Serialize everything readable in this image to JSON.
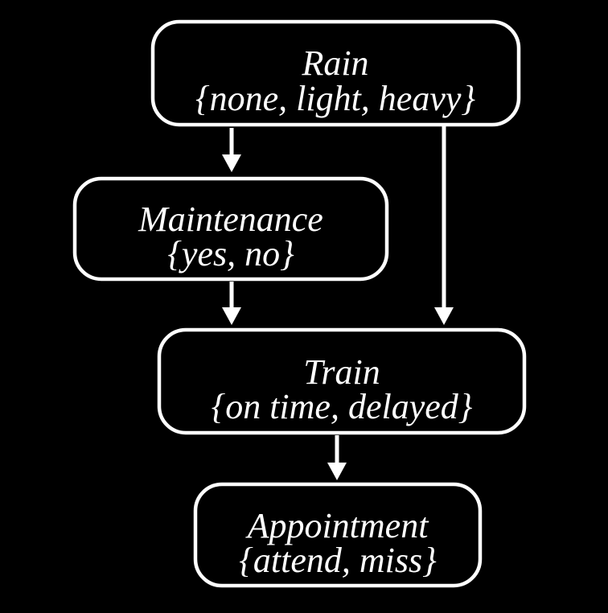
{
  "diagram": {
    "type": "bayesian-network",
    "background_color": "#000000",
    "node_border_color": "#ffffff",
    "text_color": "#ffffff",
    "nodes": [
      {
        "id": "rain",
        "label": "Rain",
        "domain": "{none, light, heavy}"
      },
      {
        "id": "maintenance",
        "label": "Maintenance",
        "domain": "{yes, no}"
      },
      {
        "id": "train",
        "label": "Train",
        "domain": "{on time, delayed}"
      },
      {
        "id": "appointment",
        "label": "Appointment",
        "domain": "{attend, miss}"
      }
    ],
    "edges": [
      {
        "from": "Rain",
        "to": "Maintenance"
      },
      {
        "from": "Rain",
        "to": "Train"
      },
      {
        "from": "Maintenance",
        "to": "Train"
      },
      {
        "from": "Train",
        "to": "Appointment"
      }
    ]
  }
}
